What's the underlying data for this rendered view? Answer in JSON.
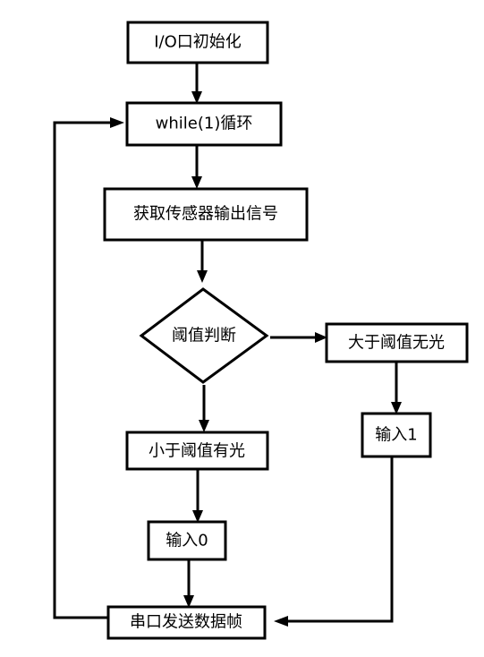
{
  "flowchart": {
    "nodes": {
      "init": "I/O口初始化",
      "loop": "while(1)循环",
      "acquire": "获取传感器输出信号",
      "decision": "阈值判断",
      "no_light": "大于阈值无光",
      "input_1": "输入1",
      "has_light": "小于阈值有光",
      "input_0": "输入0",
      "send": "串口发送数据帧"
    }
  }
}
